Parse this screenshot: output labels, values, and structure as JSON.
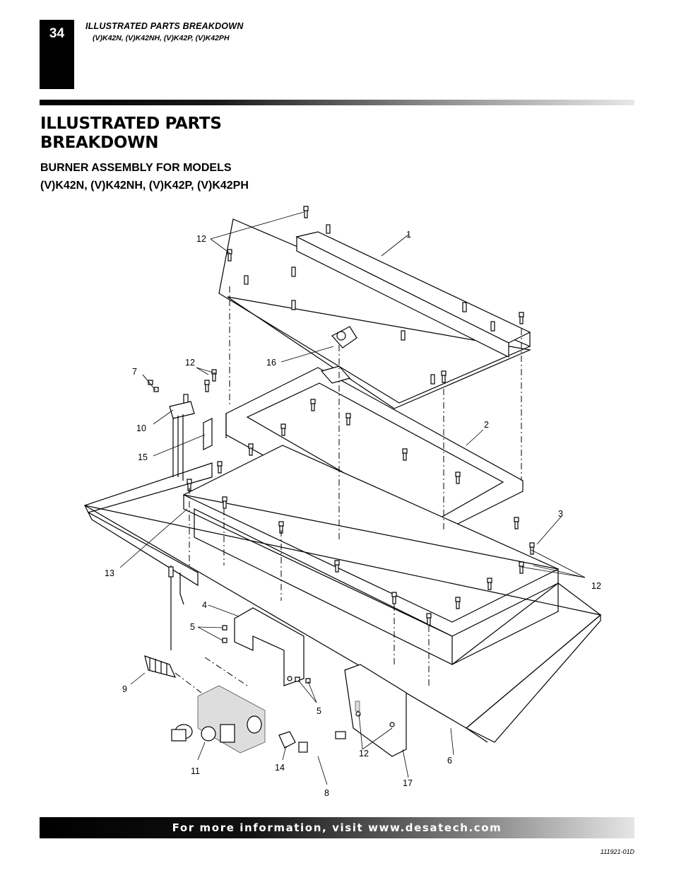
{
  "header": {
    "page_number": "34",
    "running_title": "ILLUSTRATED PARTS BREAKDOWN",
    "running_models": "(V)K42N, (V)K42NH, (V)K42P, (V)K42PH"
  },
  "section": {
    "title": "ILLUSTRATED PARTS BREAKDOWN",
    "subtitle_line1": "BURNER ASSEMBLY FOR MODELS",
    "subtitle_line2": "(V)K42N, (V)K42NH, (V)K42P, (V)K42PH"
  },
  "callouts": {
    "c1": "1",
    "c2": "2",
    "c3": "3",
    "c4": "4",
    "c5a": "5",
    "c5b": "5",
    "c6": "6",
    "c7": "7",
    "c8": "8",
    "c9": "9",
    "c10": "10",
    "c11": "11",
    "c12a": "12",
    "c12b": "12",
    "c12c": "12",
    "c12d": "12",
    "c13": "13",
    "c14": "14",
    "c15": "15",
    "c16": "16",
    "c17": "17"
  },
  "footer": {
    "info_text": "For more information, visit www.desatech.com"
  },
  "document_number": "111921-01D"
}
